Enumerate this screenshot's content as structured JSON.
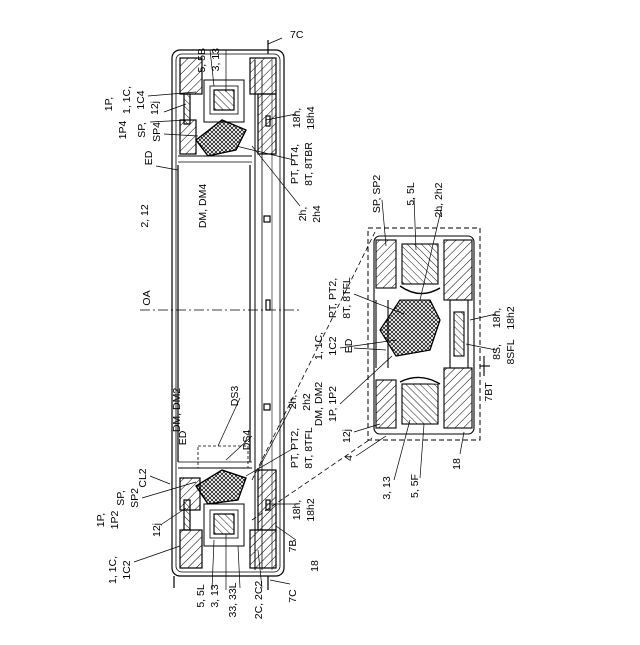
{
  "figure": {
    "labels": {
      "l_5_5B": "5, 5B",
      "l_3_13_top": "3, 13",
      "l_1_1C": "1, 1C,",
      "l_1C4": "1C4",
      "l_1P": "1P,",
      "l_1P4": "1P4",
      "l_12j_top": "12j",
      "l_SP": "SP,",
      "l_SP4": "SP4",
      "l_ED_top": "ED",
      "l_2_12": "2, 12",
      "l_DM_DM4": "DM, DM4",
      "l_7C_top": "7C",
      "l_18h": "18h,",
      "l_18h4": "18h4",
      "l_PT_PT4": "PT, PT4,",
      "l_8T_8TBR": "8T, 8TBR",
      "l_2h": "2h,",
      "l_2h4": "2h4",
      "l_OA": "OA",
      "l_SP_SP2_inset": "SP, SP2",
      "l_5_5L_inset": "5, 5L",
      "l_2h_2h2_inset": "2h, 2h2",
      "l_PT_PT2_inset": "PT, PT2,",
      "l_8T_8TFL_inset": "8T, 8TFL",
      "l_1_1C_inset": "1, 1C,",
      "l_1C2_inset": "1C2",
      "l_ED_inset": "ED",
      "l_DM_DM2_inset": "DM, DM2",
      "l_1P_1P2_inset": "1P, 1P2",
      "l_12j_inset": "12j",
      "l_4_inset": "4",
      "l_18h_18h2_inset_a": "18h,",
      "l_18h_18h2_inset_b": "18h2",
      "l_8S_8SFL_a": "8S,",
      "l_8S_8SFL_b": "8SFL",
      "l_7BT": "7BT",
      "l_18_inset": "18",
      "l_3_13_inset": "3, 13",
      "l_5_5F_inset": "5, 5F",
      "l_DM_DM2": "DM, DM2",
      "l_ED_bottom": "ED",
      "l_DS3": "DS3",
      "l_DS4": "DS4",
      "l_2h_2h2": "2h,",
      "l_2h2": "2h2",
      "l_PT_PT2": "PT, PT2,",
      "l_8T_8TFL": "8T, 8TFL",
      "l_CL2": "CL2",
      "l_1P_b": "1P,",
      "l_1P2_b": "1P2",
      "l_SP_b": "SP,",
      "l_SP2_b": "SP2",
      "l_1_1C_b": "1, 1C,",
      "l_1C2_b": "1C2",
      "l_12j_b": "12j",
      "l_5_5L_b": "5, 5L",
      "l_3_13_b": "3, 13",
      "l_33_33L": "33, 33L",
      "l_2C_2C2": "2C, 2C2",
      "l_7C_b": "7C",
      "l_7B": "7B",
      "l_18_b": "18",
      "l_18h_b": "18h,",
      "l_18h2_b": "18h2"
    }
  }
}
